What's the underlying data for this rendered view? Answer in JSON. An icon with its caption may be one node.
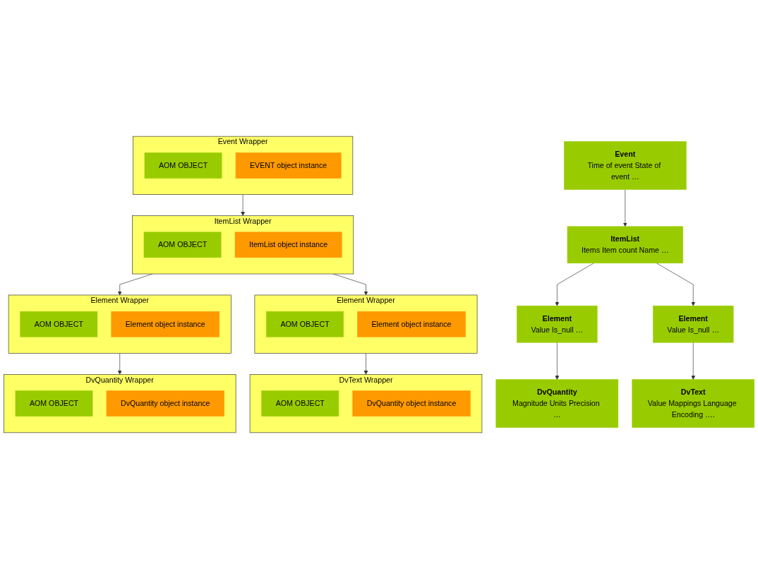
{
  "diagram": {
    "nodes": [
      {
        "text": [
          "Event",
          "Time of event State of event …"
        ]
      },
      {
        "text": [
          "ItemList",
          "Items Item count Name …"
        ]
      },
      {
        "text": [
          "Element",
          "Value Is_null …"
        ]
      },
      {
        "text": [
          "Element",
          "Value Is_null …"
        ]
      },
      {
        "text": [
          "DvQuantity",
          "Magnitude Units Precision …"
        ]
      },
      {
        "text": [
          "DvText",
          "Value Mappings Language Encoding …."
        ]
      },
      {
        "text": [
          "Event Wrapper"
        ]
      },
      {
        "text": [
          "AOM OBJECT"
        ],
        "in": 6
      },
      {
        "text": [
          "EVENT object instance"
        ],
        "in": 6
      },
      {
        "text": [
          "ItemList Wrapper"
        ]
      },
      {
        "text": [
          "AOM OBJECT"
        ],
        "in": 9
      },
      {
        "text": [
          "ItemList object instance"
        ],
        "in": 9
      },
      {
        "text": [
          "Element Wrapper"
        ]
      },
      {
        "text": [
          "AOM OBJECT"
        ],
        "in": 12
      },
      {
        "text": [
          "Element object instance"
        ],
        "in": 12
      },
      {
        "text": [
          "Element Wrapper"
        ]
      },
      {
        "text": [
          "AOM OBJECT"
        ],
        "in": 15
      },
      {
        "text": [
          "Element object instance"
        ],
        "in": 15
      },
      {
        "text": [
          "DvQuantity Wrapper"
        ]
      },
      {
        "text": [
          "AOM OBJECT"
        ],
        "in": 18
      },
      {
        "text": [
          "DvQuantity object instance"
        ],
        "in": 18
      },
      {
        "text": [
          "DvText Wrapper"
        ]
      },
      {
        "text": [
          "AOM OBJECT"
        ],
        "in": 21
      },
      {
        "text": [
          "DvQuantity object instance"
        ],
        "in": 21
      }
    ],
    "edges": [
      {
        "from": 0,
        "to": 1,
        "arrow": "to"
      },
      {
        "from": 1,
        "to": 2,
        "arrow": "to"
      },
      {
        "from": 1,
        "to": 3,
        "arrow": "to"
      },
      {
        "from": 2,
        "to": 4,
        "arrow": "to"
      },
      {
        "from": 3,
        "to": 5,
        "arrow": "to"
      },
      {
        "from": 6,
        "to": 9,
        "arrow": "to"
      },
      {
        "from": 9,
        "to": 12,
        "arrow": "to"
      },
      {
        "from": 9,
        "to": 15,
        "arrow": "to"
      },
      {
        "from": 12,
        "to": 18,
        "arrow": "to"
      },
      {
        "from": 15,
        "to": 21,
        "arrow": "to"
      }
    ]
  }
}
